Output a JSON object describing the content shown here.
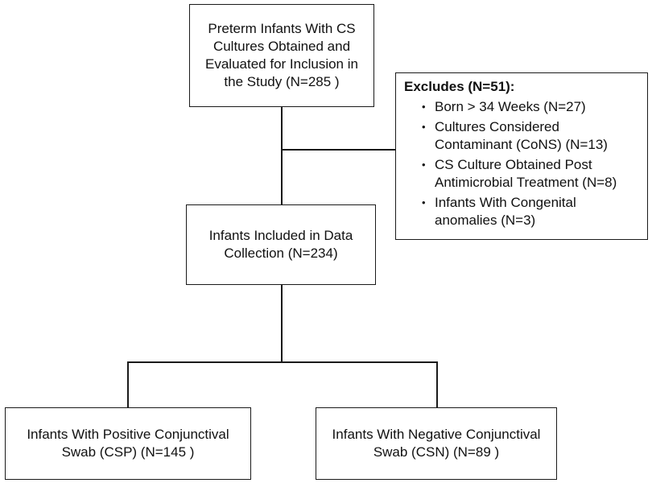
{
  "flowchart": {
    "screened": {
      "text": "Preterm Infants With CS Cultures Obtained and Evaluated for Inclusion in the Study (N=285 )"
    },
    "excludes": {
      "title": "Excludes (N=51):",
      "items": [
        "Born > 34 Weeks (N=27)",
        "Cultures Considered Contaminant (CoNS) (N=13)",
        "CS Culture Obtained Post Antimicrobial Treatment (N=8)",
        "Infants With Congenital anomalies (N=3)"
      ]
    },
    "included": {
      "text": "Infants Included in Data Collection (N=234)"
    },
    "positive": {
      "text": "Infants With Positive Conjunctival Swab (CSP) (N=145 )"
    },
    "negative": {
      "text": "Infants With Negative Conjunctival Swab (CSN) (N=89 )"
    }
  },
  "colors": {
    "line": "#1a1a1a",
    "background": "#ffffff"
  }
}
